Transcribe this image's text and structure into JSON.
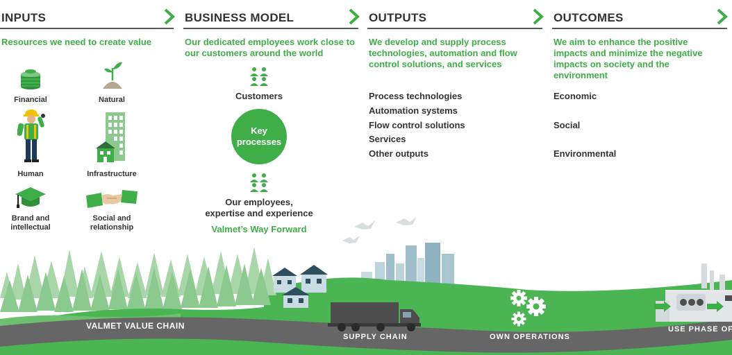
{
  "columns": [
    {
      "title": "INPUTS",
      "subtitle": "Resources we need to create value"
    },
    {
      "title": "BUSINESS MODEL",
      "subtitle": "Our dedicated employees work close to our customers around the world"
    },
    {
      "title": "OUTPUTS",
      "subtitle": "We develop and supply process technologies, automation and flow control solutions, and services"
    },
    {
      "title": "OUTCOMES",
      "subtitle": "We aim to enhance the positive impacts and minimize the negative impacts on society and the environment"
    }
  ],
  "inputs": {
    "financial": "Financial",
    "natural": "Natural",
    "human": "Human",
    "infrastructure": "Infrastructure",
    "brand_line1": "Brand and",
    "brand_line2": "intellectual",
    "social_line1": "Social and",
    "social_line2": "relationship"
  },
  "business_model": {
    "customers": "Customers",
    "key_line1": "Key",
    "key_line2": "processes",
    "employees_line1": "Our employees,",
    "employees_line2": "expertise and experience",
    "way_forward": "Valmet’s Way Forward"
  },
  "outputs": [
    "Process technologies",
    "Automation systems",
    "Flow control solutions",
    "Services",
    "Other outputs"
  ],
  "outcomes": [
    "Economic",
    "Social",
    "Environmental"
  ],
  "value_chain": {
    "title": "VALMET VALUE CHAIN",
    "supply_chain": "SUPPLY CHAIN",
    "own_operations": "OWN OPERATIONS",
    "use_phase": "USE PHASE OF"
  },
  "colors": {
    "brand_green": "#3fae49",
    "dark_green": "#2f8f3a",
    "light_green": "#8cc98f",
    "road_gray": "#666666",
    "text_dark": "#333333",
    "building_blue": "#9fbfcc"
  }
}
